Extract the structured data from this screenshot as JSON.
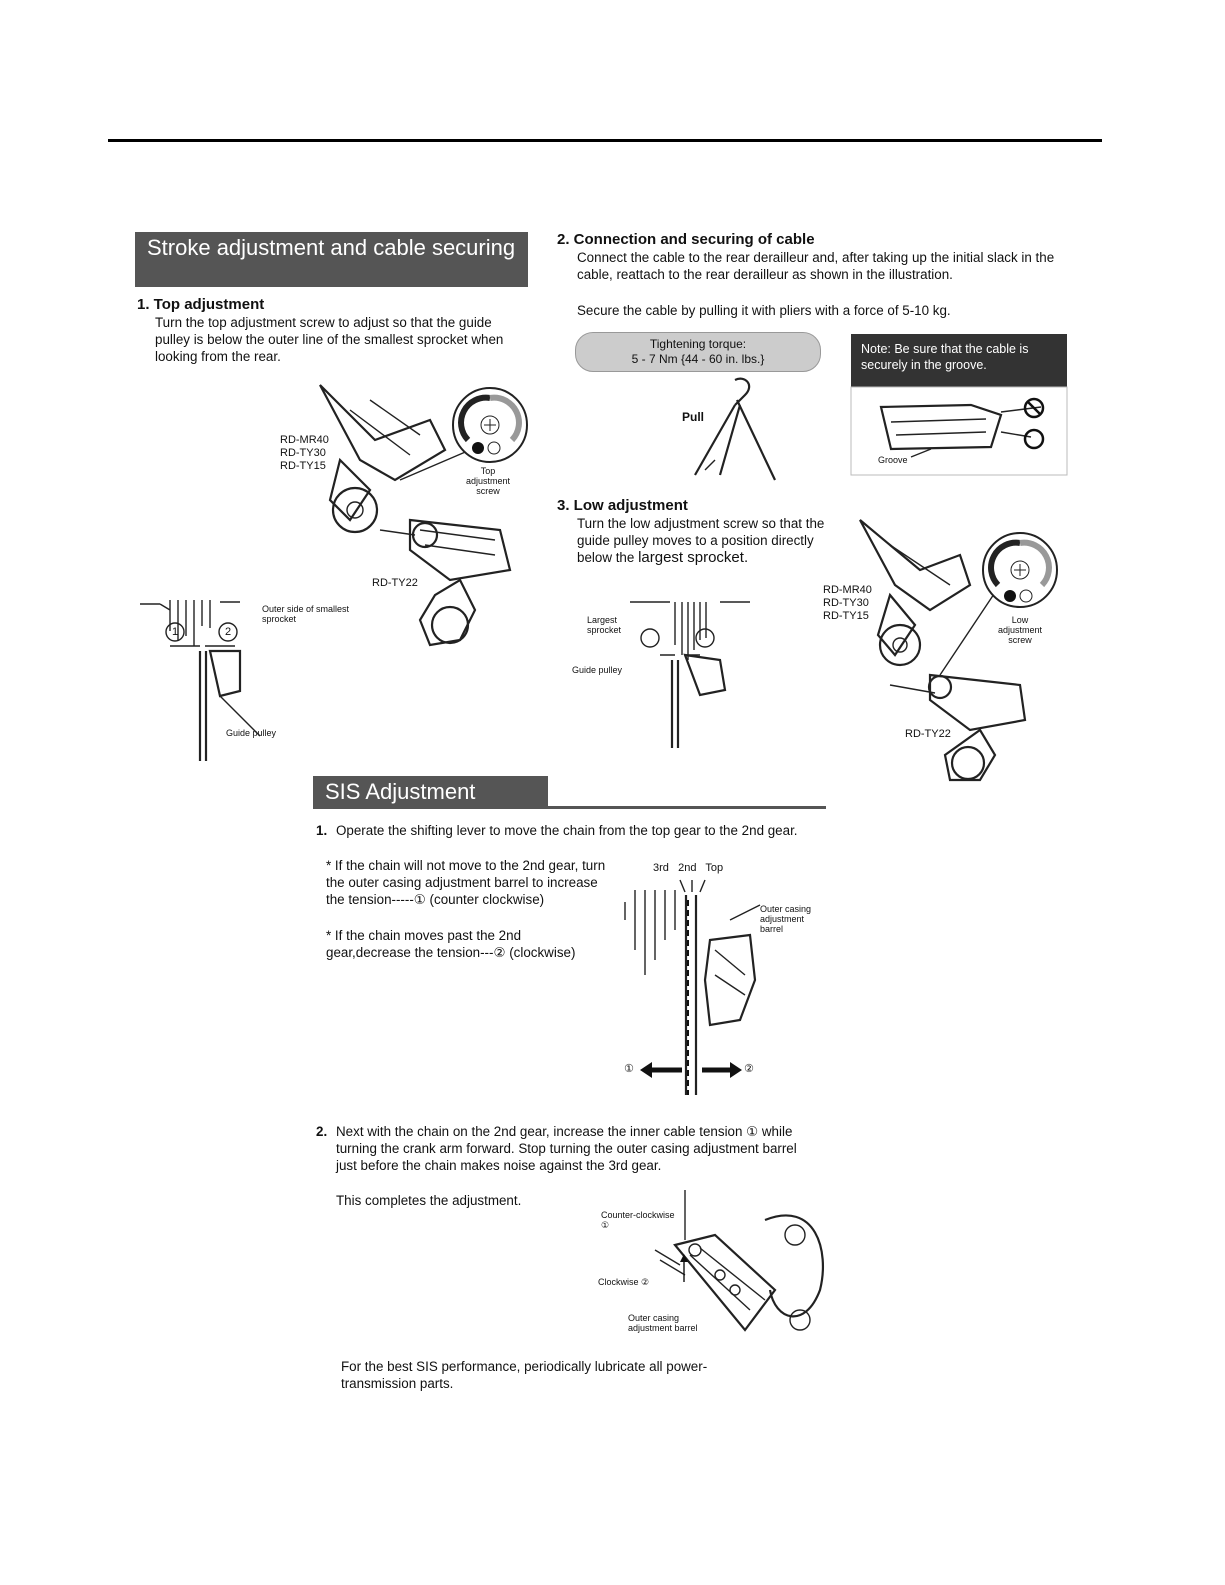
{
  "stroke": {
    "header": "Stroke adjustment and cable securing",
    "top": {
      "heading": "1. Top adjustment",
      "body": "Turn the top adjustment screw to adjust so that the guide pulley is below the outer line of the smallest sprocket when looking from the rear.",
      "models_a": [
        "RD-MR40",
        "RD-TY30",
        "RD-TY15"
      ],
      "model_b": "RD-TY22",
      "screw_label": "Top adjustment screw",
      "outer_label": "Outer side of smallest sprocket",
      "guide_label": "Guide pulley",
      "mark1": "1",
      "mark2": "2"
    },
    "cable": {
      "heading": "2. Connection and securing of cable",
      "body1": "Connect the cable to the rear derailleur and, after taking up the initial slack in the cable, reattach to the rear derailleur as shown in the illustration.",
      "body2": "Secure the cable by pulling it with pliers with a force of 5-10 kg.",
      "torque_label": "Tightening torque:",
      "torque_value": "5 - 7 Nm {44 - 60 in. lbs.}",
      "pull_label": "Pull",
      "note": "Note: Be sure that the cable is securely in the groove.",
      "groove_label": "Groove"
    },
    "low": {
      "heading": "3. Low adjustment",
      "body_a": "Turn the low adjustment screw so that the guide pulley moves to a position directly below the",
      "body_b": "largest sprocket.",
      "models_a": [
        "RD-MR40",
        "RD-TY30",
        "RD-TY15"
      ],
      "model_b": "RD-TY22",
      "screw_label": "Low adjustment screw",
      "largest_label": "Largest sprocket",
      "guide_label": "Guide pulley"
    }
  },
  "sis": {
    "header": "SIS Adjustment",
    "step1_num": "1.",
    "step1": "Operate the shifting lever to move the chain from the top gear to the 2nd gear.",
    "bullet1": "* If the chain will not move to the 2nd gear, turn the outer casing adjustment barrel to increase the tension-----① (counter clockwise)",
    "bullet2": "* If the chain moves past the 2nd gear,decrease the tension---② (clockwise)",
    "gears": [
      "3rd",
      "2nd",
      "Top"
    ],
    "barrel_label": "Outer casing adjustment barrel",
    "arrow1": "①",
    "arrow2": "②",
    "step2_num": "2.",
    "step2": "Next with the chain on the 2nd gear, increase the inner cable tension ① while turning the crank arm forward. Stop turning the outer casing adjustment barrel just before the chain makes noise against the 3rd gear.",
    "step2_end": "This completes the adjustment.",
    "ccw_label": "Counter-clockwise ①",
    "cw_label": "Clockwise ②",
    "barrel_label2": "Outer casing adjustment barrel",
    "footer": "For the best SIS performance, periodically lubricate all power-transmission parts."
  }
}
